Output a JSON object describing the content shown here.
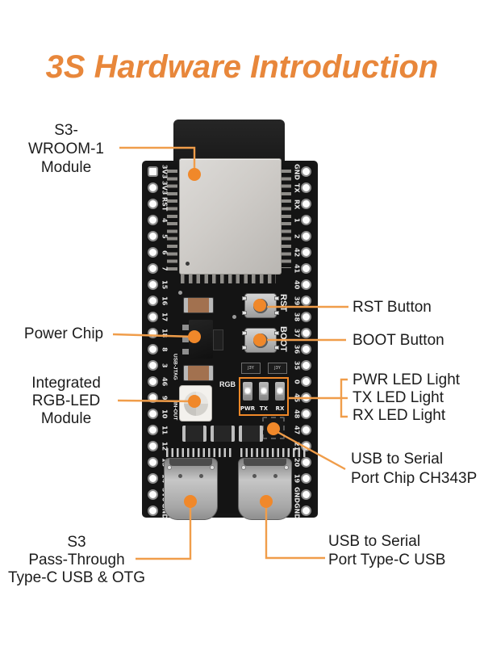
{
  "title": "3S Hardware Introduction",
  "colors": {
    "title_orange": "#E8873B",
    "leader_orange": "#F09D4A",
    "dot_orange": "#F0882A",
    "pcb_black": "#141414",
    "shield_gray": "#CFCCC8"
  },
  "callouts": {
    "module": "S3-\nWROOM-1\nModule",
    "power_chip": "Power Chip",
    "rgb_led": "Integrated\nRGB-LED\nModule",
    "passthrough_usb": "S3\nPass-Through\nType-C USB & OTG",
    "rst": "RST Button",
    "boot": "BOOT Button",
    "pwr_led": "PWR LED Light",
    "tx_led": "TX LED Light",
    "rx_led": "RX LED Light",
    "serial_chip": "USB to Serial\nPort Chip CH343P",
    "serial_usb": "USB to Serial\nPort Type-C USB"
  },
  "board": {
    "left_pins": [
      "3V3",
      "3V3",
      "RST",
      "4",
      "5",
      "6",
      "7",
      "15",
      "16",
      "17",
      "18",
      "8",
      "3",
      "46",
      "9",
      "10",
      "11",
      "12",
      "13",
      "14",
      "5V0",
      "GND"
    ],
    "right_pins": [
      "GND",
      "TX",
      "RX",
      "1",
      "2",
      "42",
      "41",
      "40",
      "39",
      "38",
      "37",
      "36",
      "35",
      "0",
      "45",
      "48",
      "47",
      "21",
      "20",
      "19",
      "GND",
      "GND"
    ],
    "silkscreen": {
      "rst": "RST",
      "boot": "BOOT",
      "rgb": "RGB",
      "usb_jtag": "USB-JTAG",
      "in_out": "IN-OUT",
      "pwr": "PWR",
      "tx": "TX",
      "rx": "RX",
      "transistor": "J3Y"
    }
  }
}
